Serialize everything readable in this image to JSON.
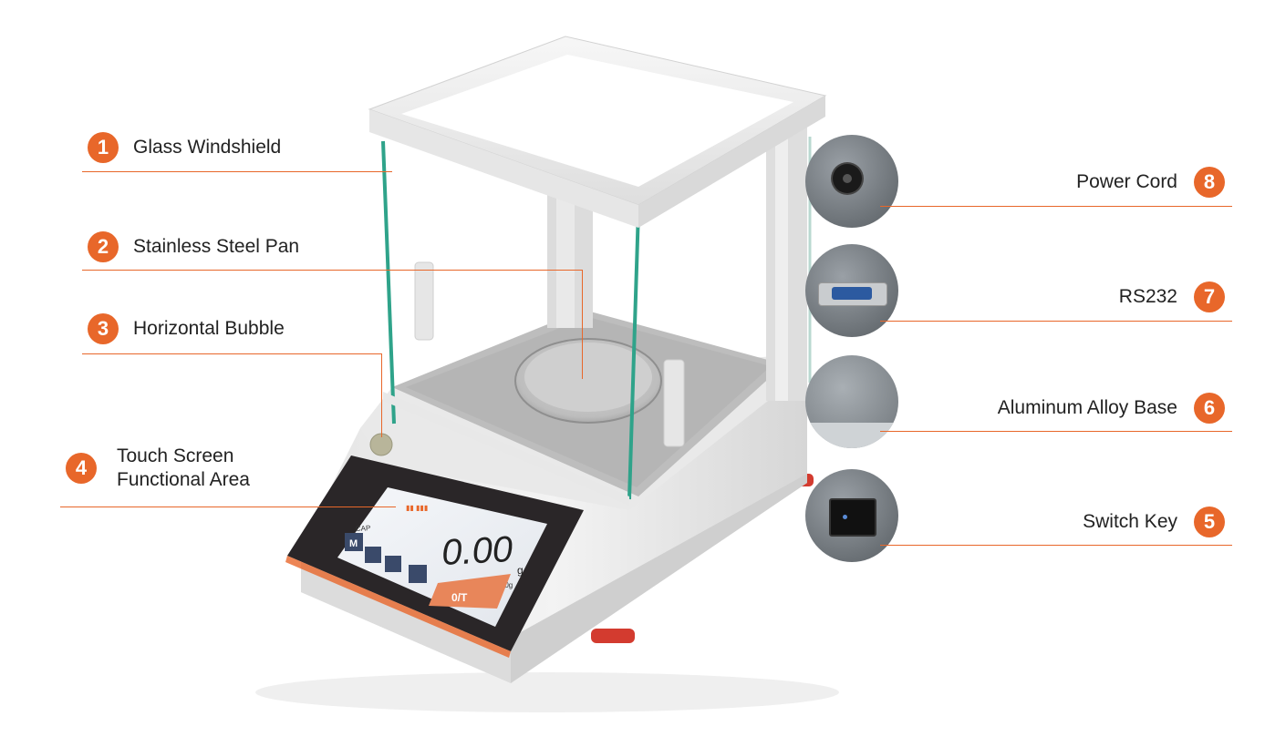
{
  "callouts_left": [
    {
      "num": "1",
      "label": "Glass Windshield"
    },
    {
      "num": "2",
      "label": "Stainless Steel Pan"
    },
    {
      "num": "3",
      "label": "Horizontal Bubble"
    },
    {
      "num": "4",
      "label_line1": "Touch Screen",
      "label_line2": "Functional Area"
    }
  ],
  "callouts_right": [
    {
      "num": "8",
      "label": "Power Cord"
    },
    {
      "num": "7",
      "label": "RS232"
    },
    {
      "num": "6",
      "label": "Aluminum Alloy Base"
    },
    {
      "num": "5",
      "label": "Switch Key"
    }
  ],
  "display": {
    "reading": "0.00",
    "unit": "g",
    "cap_label": "CAP",
    "capacity": "3000g",
    "mode_key": "M",
    "tare_key": "0/T"
  },
  "colors": {
    "accent": "#e8672a"
  }
}
